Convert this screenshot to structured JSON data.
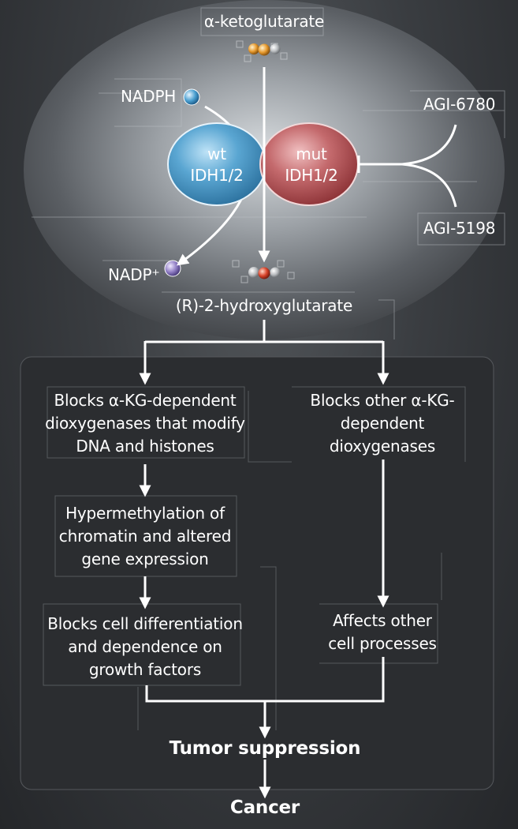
{
  "metabolites": {
    "alpha_kg": "α-ketoglutarate",
    "nadph": "NADPH",
    "nadp": "NADP⁺",
    "two_hg": "(R)-2-hydroxyglutarate"
  },
  "enzymes": {
    "wt_line1": "wt",
    "wt_line2": "IDH1/2",
    "mut_line1": "mut",
    "mut_line2": "IDH1/2"
  },
  "inhibitors": {
    "agi6780": "AGI-6780",
    "agi5198": "AGI-5198"
  },
  "left_branch": {
    "step1": [
      "Blocks α-KG-dependent",
      "dioxygenases that modify",
      "DNA and histones"
    ],
    "step2": [
      "Hypermethylation of",
      "chromatin and altered",
      "gene expression"
    ],
    "step3": [
      "Blocks cell differentiation",
      "and dependence on",
      "growth factors"
    ]
  },
  "right_branch": {
    "step1": [
      "Blocks other α-KG-",
      "dependent",
      "dioxygenases"
    ],
    "step2": [
      "Affects other",
      "cell processes"
    ]
  },
  "outcomes": {
    "tumor_suppression": "Tumor suppression",
    "cancer": "Cancer"
  },
  "colors": {
    "wt_enzyme": "#4a97c4",
    "mut_enzyme": "#b9585c",
    "arrow": "#ffffff",
    "panel": "#2b2d30"
  }
}
